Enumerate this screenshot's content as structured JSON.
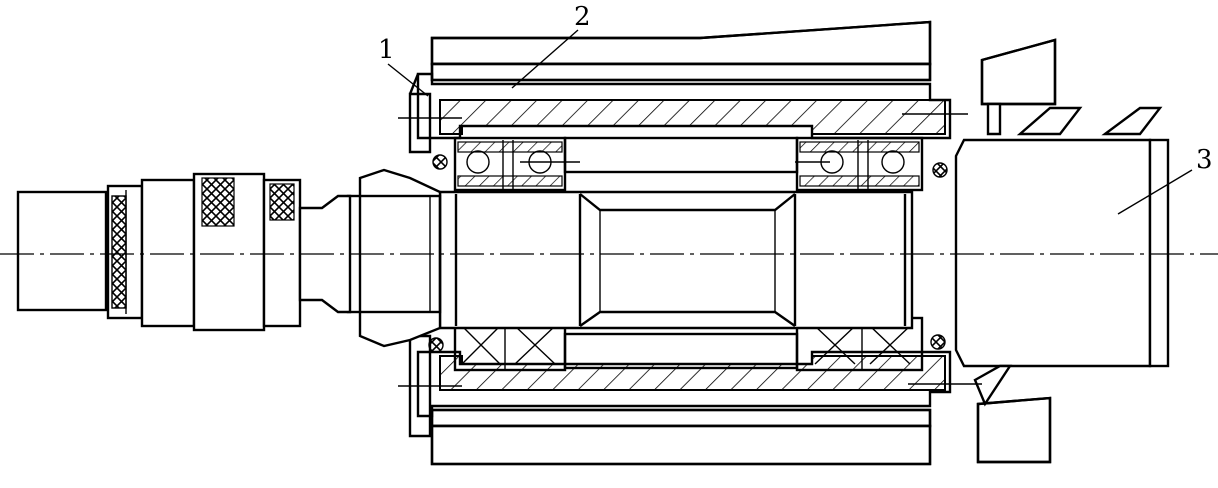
{
  "labels": {
    "part1": "1",
    "part2": "2",
    "part3": "3"
  },
  "colors": {
    "stroke": "#000000",
    "background": "#ffffff"
  }
}
